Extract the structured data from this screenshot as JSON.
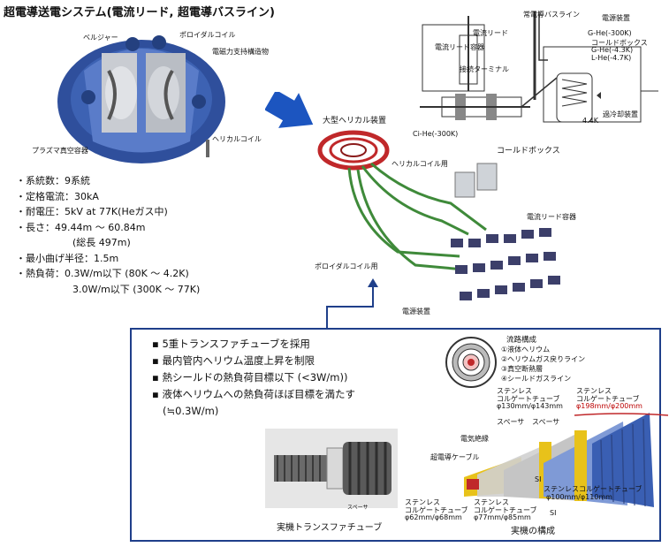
{
  "title": "超電導送電システム(電流リード, 超電導バスライン)",
  "lhd": {
    "labels": {
      "bell_jar": "ベルジャー",
      "poloidal": "ポロイダルコイル",
      "support": "電磁力支持構造物",
      "plasma": "プラズマ真空容器",
      "helical": "ヘリカルコイル"
    }
  },
  "specs": {
    "items": [
      "・系統数：9系統",
      "・定格電流：30kA",
      "・耐電圧：5kV at 77K(Heガス中)",
      "・長さ：49.44m ～ 60.84m",
      "(総長 497m)",
      "・最小曲げ半径：1.5m",
      "・熱負荷：0.3W/m以下 (80K ～ 4.2K)",
      "3.0W/m以下 (300K ～ 77K)"
    ]
  },
  "schematic": {
    "labels": {
      "sc_busline": "常電導バスライン",
      "power_supply": "電源装置",
      "current_lead": "電流リード",
      "lead_vessel": "電流リード容器",
      "gas_he": "G-He(-300K)",
      "coldbox": "コールドボックス",
      "ghe": "G-He(-4.3K)",
      "lhe": "L-He(-4.7K)",
      "terminal": "接続ターミナル",
      "cryo_valve": "過冷却装置",
      "temp": "4.4K",
      "cihe": "Ci-He(-300K)"
    }
  },
  "layout3d": {
    "labels": {
      "lhd": "大型ヘリカル装置",
      "coldbox": "コールドボックス",
      "helical_use": "ヘリカルコイル用",
      "lead_vessel": "電流リード容器",
      "poloidal_use": "ポロイダルコイル用",
      "power": "電源装置"
    }
  },
  "inset": {
    "bullets": [
      "▪ 5重トランスファチューブを採用",
      "▪ 最内管内ヘリウム温度上昇を制限",
      "▪ 熱シールドの熱負荷目標以下 (<3W/m))",
      "▪ 液体ヘリウムへの熱負荷ほぼ目標を満たす",
      "(≒0.3W/m)"
    ],
    "photo_caption": "実機トランスファチューブ",
    "spacer": "スペーサ",
    "flow": {
      "heading": "流路構成",
      "items": [
        "①液体ヘリウム",
        "②ヘリウムガス戻りライン",
        "③真空断熱層",
        "④シールドガスライン"
      ]
    },
    "tube_labels": {
      "ss_a_title": "ステンレス",
      "ss_a_sub": "コルゲートチューブ",
      "ss_a_dim": "φ130mm/φ143mm",
      "ss_b_title": "ステンレス",
      "ss_b_sub": "コルゲートチューブ",
      "ss_b_dim": "φ198mm/φ200mm",
      "spacer1": "スペーサ",
      "spacer2": "スペーサ",
      "insulation": "電気絶縁",
      "cable": "超電導ケーブル",
      "si": "SI",
      "si2": "SI",
      "ss_c": "ステンレスコルゲートチューブ",
      "ss_c_dim": "φ100mm/φ110mm",
      "ss_d_title": "ステンレス",
      "ss_d_sub": "コルゲートチューブ",
      "ss_d_dim": "φ62mm/φ68mm",
      "ss_e_title": "ステンレス",
      "ss_e_sub": "コルゲートチューブ",
      "ss_e_dim": "φ77mm/φ85mm",
      "actual": "実機の構成"
    }
  },
  "colors": {
    "blue_frame": "#1f3f8a",
    "arrow": "#1c55c0",
    "pipe_green": "#3f8a3a",
    "lhd_blue": "#2f4f9c",
    "red": "#c0282a",
    "yellow": "#e8c21a"
  }
}
